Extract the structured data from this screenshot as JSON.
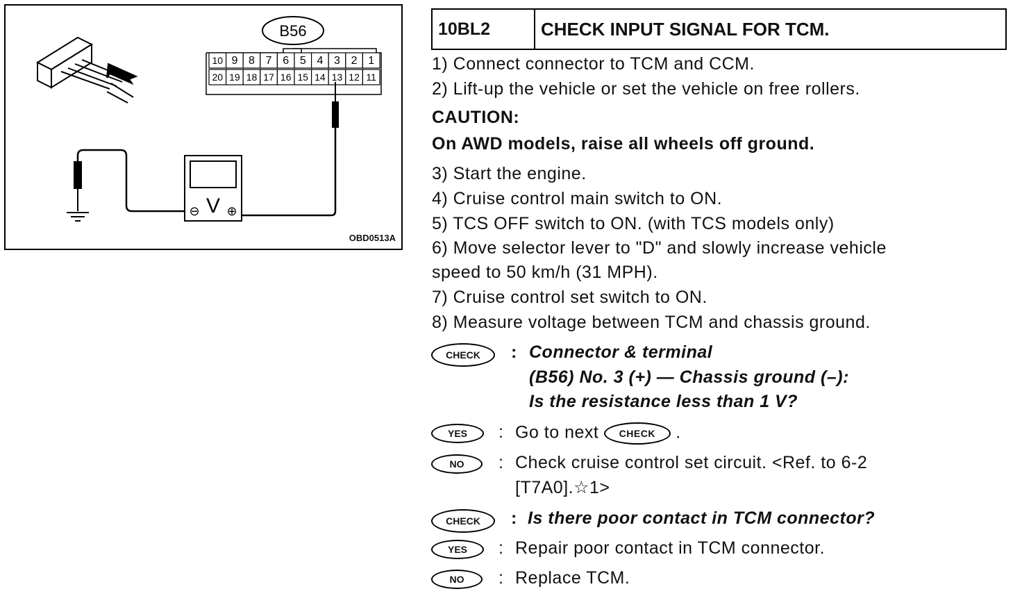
{
  "figure": {
    "connector_label": "B56",
    "pins_top": [
      "10",
      "9",
      "8",
      "7",
      "6",
      "5",
      "4",
      "3",
      "2",
      "1"
    ],
    "pins_bottom": [
      "20",
      "19",
      "18",
      "17",
      "16",
      "15",
      "14",
      "13",
      "12",
      "11"
    ],
    "meter_label": "V",
    "minus_symbol": "⊖",
    "plus_symbol": "⊕",
    "figure_code": "OBD0513A"
  },
  "step": {
    "id": "10BL2",
    "title": "CHECK INPUT SIGNAL FOR TCM."
  },
  "instructions": {
    "i1": "1)  Connect connector to TCM and CCM.",
    "i2": "2)  Lift-up the vehicle or set the vehicle on free rollers.",
    "caution_title": "CAUTION:",
    "caution_text": "On AWD models, raise all wheels off ground.",
    "i3": "3)  Start the engine.",
    "i4": "4)  Cruise control main switch to ON.",
    "i5": "5)  TCS OFF switch to ON. (with TCS models only)",
    "i6a": "6)  Move selector lever to \"D\" and slowly increase vehicle",
    "i6b": "speed to 50 km/h (31 MPH).",
    "i7": "7)  Cruise control set switch to ON.",
    "i8": "8)  Measure voltage between TCM and chassis ground."
  },
  "badges": {
    "check": "CHECK",
    "yes": "YES",
    "no": "NO"
  },
  "check1": {
    "colon": ":",
    "line1": "Connector & terminal",
    "line2": "(B56) No. 3 (+) — Chassis ground (–):",
    "line3": "Is the resistance less than 1 V?"
  },
  "yes1": {
    "colon": ":",
    "text_before": "Go to next",
    "text_after": "."
  },
  "no1": {
    "colon": ":",
    "line1": "Check  cruise  control  set  circuit.  <Ref.  to  6-2",
    "line2": "[T7A0].☆1>"
  },
  "check2": {
    "colon": ":",
    "text": "Is there poor contact in TCM connector?"
  },
  "yes2": {
    "colon": ":",
    "text": "Repair poor contact in TCM connector."
  },
  "no2": {
    "colon": ":",
    "text": "Replace TCM."
  }
}
